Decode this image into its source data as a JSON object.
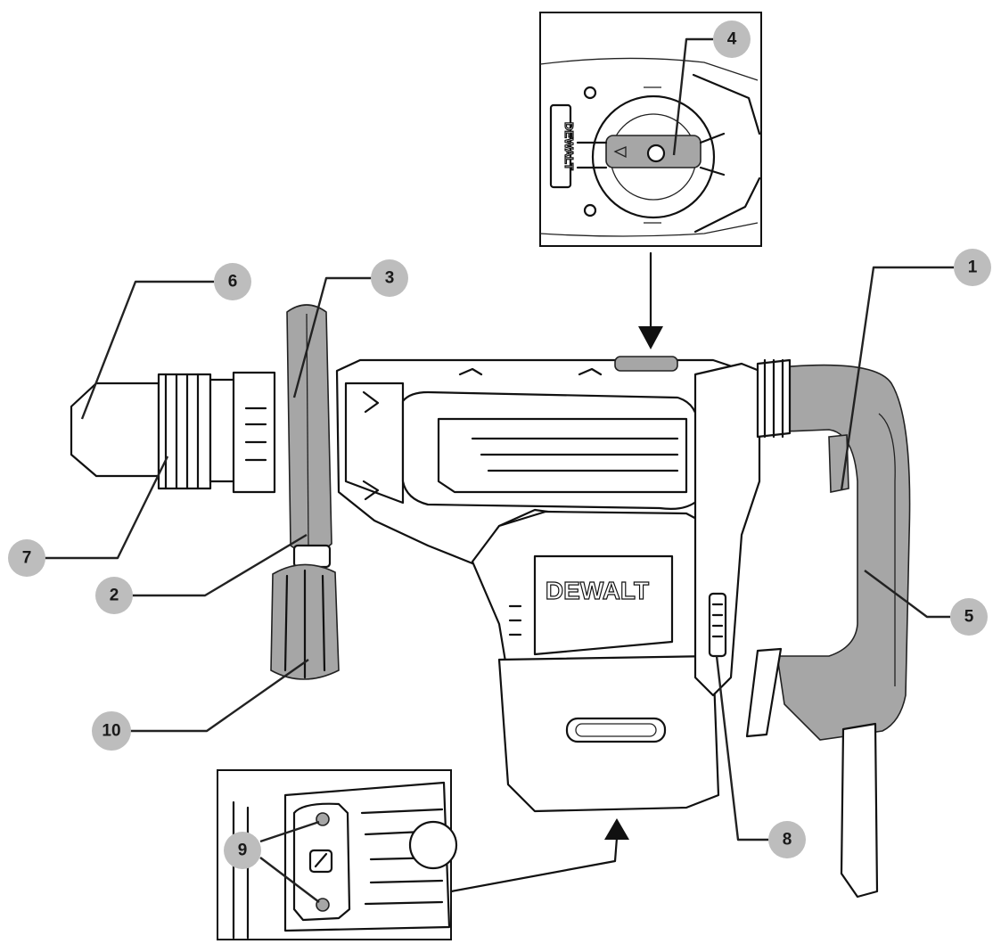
{
  "brand_text": "DEWALT",
  "callouts": [
    {
      "id": "1",
      "label": "1"
    },
    {
      "id": "2",
      "label": "2"
    },
    {
      "id": "3",
      "label": "3"
    },
    {
      "id": "4",
      "label": "4"
    },
    {
      "id": "5",
      "label": "5"
    },
    {
      "id": "6",
      "label": "6"
    },
    {
      "id": "7",
      "label": "7"
    },
    {
      "id": "8",
      "label": "8"
    },
    {
      "id": "9",
      "label": "9"
    },
    {
      "id": "10",
      "label": "10"
    }
  ],
  "colors": {
    "callout_fill": "#bdbdbd",
    "grip": "#a6a6a6",
    "line": "#111111"
  }
}
